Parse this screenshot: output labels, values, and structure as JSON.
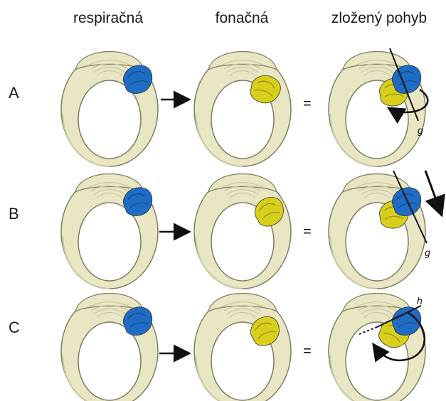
{
  "columns": [
    "respiračná",
    "fonačná",
    "zložený pohyb"
  ],
  "rows": [
    {
      "label": "A",
      "axis_label": "g",
      "operator": "="
    },
    {
      "label": "B",
      "axis_label": "g",
      "operator": "="
    },
    {
      "label": "C",
      "axis_label": "h",
      "operator": "="
    }
  ],
  "colors": {
    "cartilage": "#e9e6c4",
    "cartilage_shade": "#c9c5a0",
    "outline": "#7f7c60",
    "respiratory": "#1f6cc4",
    "phonatory": "#d7cf1c",
    "ink": "#111111"
  }
}
